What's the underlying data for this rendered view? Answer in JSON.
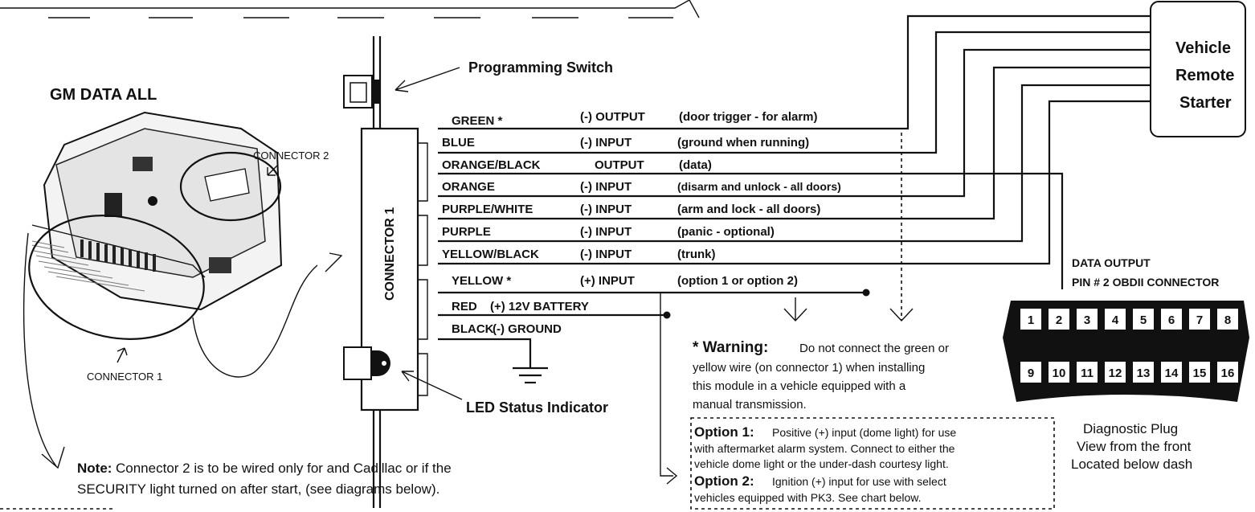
{
  "module": {
    "title": "GM DATA ALL",
    "connector1_callout": "CONNECTOR 1",
    "connector2_callout": "CONNECTOR 2",
    "connector1_block": "CONNECTOR 1"
  },
  "labels": {
    "programming_switch": "Programming Switch",
    "led_status": "LED Status Indicator",
    "remote_starter": [
      "Vehicle",
      "Remote",
      "Starter"
    ]
  },
  "wires": [
    {
      "color": "GREEN *",
      "type": "(-) OUTPUT",
      "desc": "(door trigger - for alarm)"
    },
    {
      "color": "BLUE",
      "type": "(-) INPUT",
      "desc": "(ground when running)"
    },
    {
      "color": "ORANGE/BLACK",
      "type": "OUTPUT",
      "desc": "(data)"
    },
    {
      "color": "ORANGE",
      "type": "(-) INPUT",
      "desc": "(disarm and unlock - all doors)"
    },
    {
      "color": "PURPLE/WHITE",
      "type": "(-) INPUT",
      "desc": "(arm and lock - all doors)"
    },
    {
      "color": "PURPLE",
      "type": "(-) INPUT",
      "desc": "(panic - optional)"
    },
    {
      "color": "YELLOW/BLACK",
      "type": "(-) INPUT",
      "desc": "(trunk)"
    },
    {
      "color": "YELLOW *",
      "type": "(+) INPUT",
      "desc": "(option 1 or option 2)"
    },
    {
      "color": "RED",
      "type": "(+) 12V BATTERY",
      "desc": ""
    },
    {
      "color": "BLACK",
      "type": "(-)  GROUND",
      "desc": ""
    }
  ],
  "obd": {
    "title_line1": "DATA OUTPUT",
    "title_line2": "PIN # 2 OBDII CONNECTOR",
    "pins_top": [
      "1",
      "2",
      "3",
      "4",
      "5",
      "6",
      "7",
      "8"
    ],
    "pins_bottom": [
      "9",
      "10",
      "11",
      "12",
      "13",
      "14",
      "15",
      "16"
    ],
    "caption": [
      "Diagnostic Plug",
      "View from the front",
      "Located below dash"
    ]
  },
  "warning": {
    "head": "* Warning:",
    "lines": [
      "Do not connect the green or",
      "yellow wire (on connector 1) when installing",
      "this module in a vehicle equipped with a",
      "manual transmission."
    ]
  },
  "options": {
    "opt1_head": "Option 1:",
    "opt1_lines": [
      "Positive (+) input (dome light) for use",
      "with aftermarket alarm system. Connect to either the",
      "vehicle dome light or the under-dash courtesy light."
    ],
    "opt2_head": "Option 2:",
    "opt2_lines": [
      "Ignition (+) input for use with select",
      "vehicles equipped with PK3. See chart below."
    ]
  },
  "note": {
    "head": "Note:",
    "line1": "Connector 2 is to be wired only for and Cadillac or if the",
    "line2": "SECURITY light turned on after start, (see diagrams below)."
  }
}
